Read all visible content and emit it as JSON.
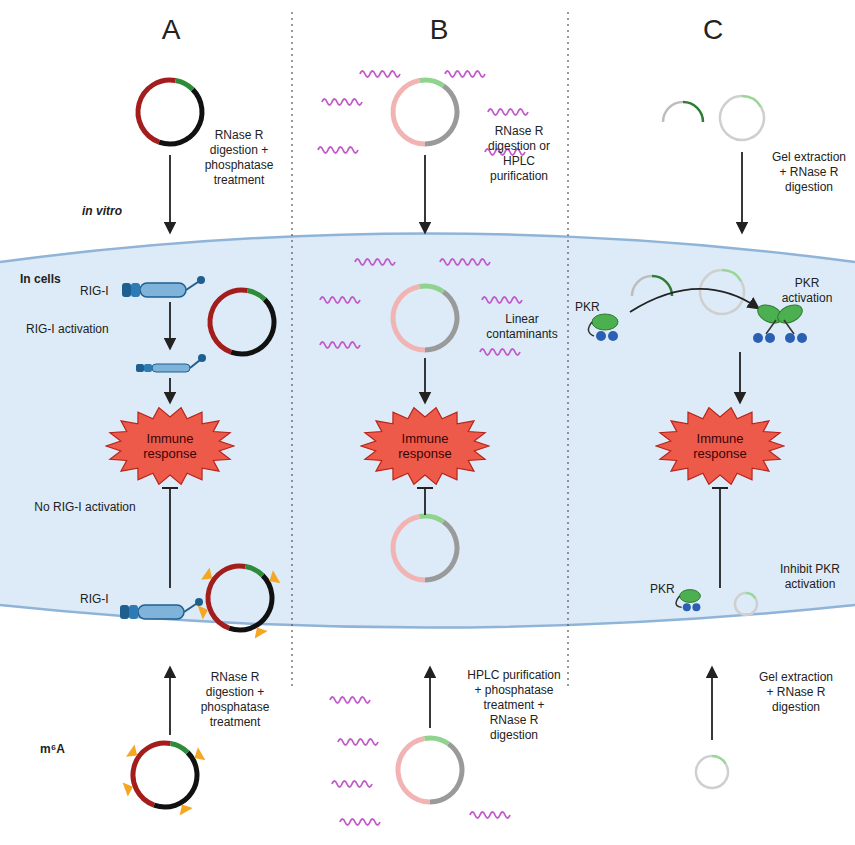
{
  "diagram": {
    "nodes": [
      {
        "text": [
          "Immune response"
        ]
      },
      {
        "text": [
          "Immune response"
        ]
      },
      {
        "text": [
          "Immune response"
        ]
      }
    ],
    "labels": [
      "A",
      "B",
      "C",
      "RNase R digestion + phosphatase treatment",
      "in vitro",
      "In cells",
      "RIG-I",
      "RIG-I activation",
      "No RIG-I activation",
      "RIG-I",
      "RNase R digestion + phosphatase treatment",
      "m⁶A",
      "RNase R digestion or HPLC purification",
      "Linear contaminants",
      "HPLC purification + phosphatase treatment + RNase R digestion",
      "Gel extraction + RNase R digestion",
      "PKR activation",
      "PKR",
      "Inhibit PKR activation",
      "PKR",
      "Gel extraction + RNase R digestion"
    ]
  }
}
